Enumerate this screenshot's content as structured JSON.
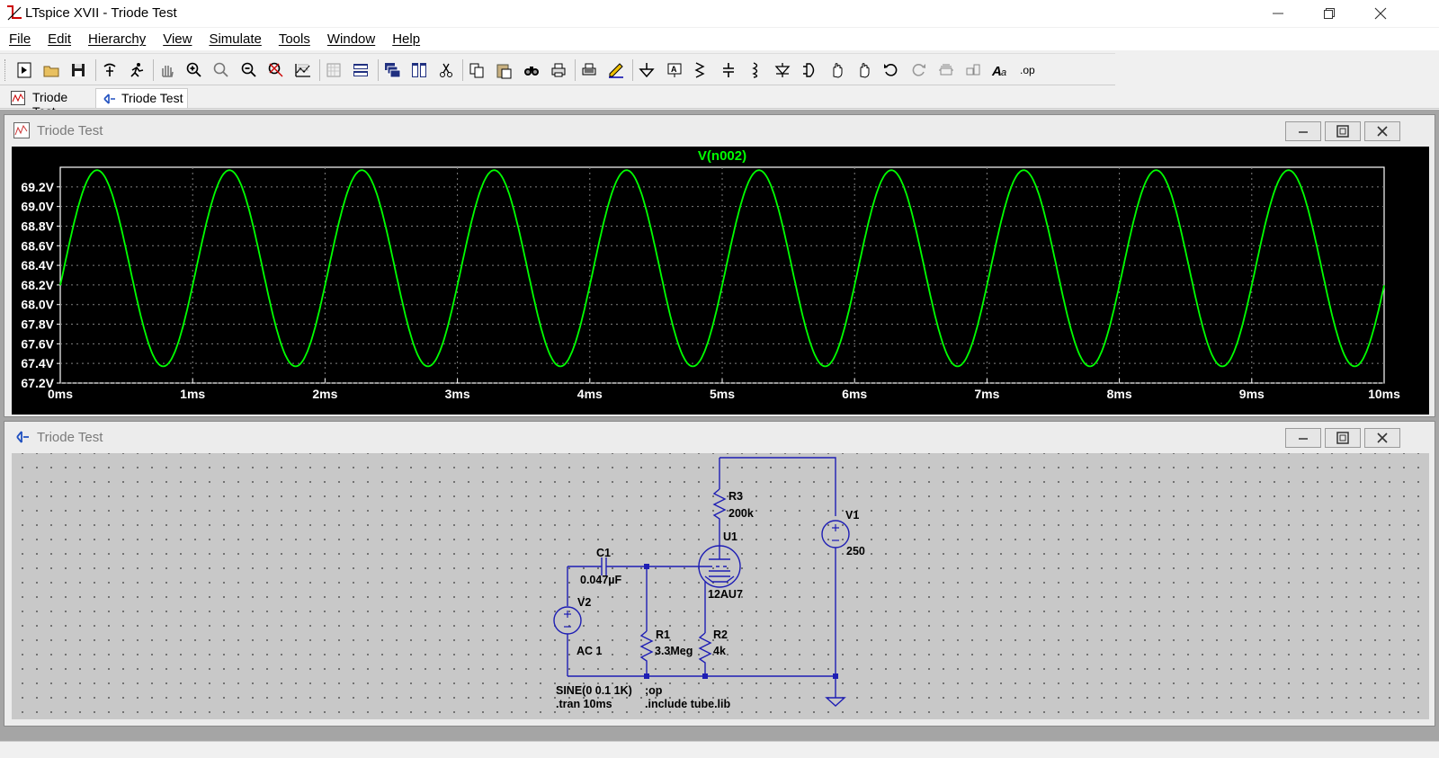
{
  "window": {
    "title": "LTspice XVII - Triode Test"
  },
  "menu": [
    "File",
    "Edit",
    "Hierarchy",
    "View",
    "Simulate",
    "Tools",
    "Window",
    "Help"
  ],
  "toolbar_icons": [
    "new-schematic-icon",
    "open-icon",
    "save-icon",
    "control-panel-icon",
    "run-icon",
    "halt-icon",
    "zoom-in-icon",
    "zoom-area-icon",
    "zoom-out-icon",
    "zoom-fit-icon",
    "autorange-icon",
    "grid-icon",
    "tile-horizontal-icon",
    "cascade-icon",
    "tile-vertical-icon",
    "cut-icon",
    "copy-icon",
    "paste-icon",
    "find-icon",
    "print-icon",
    "print-preview-icon",
    "wire-icon",
    "ground-icon",
    "label-icon",
    "resistor-icon",
    "capacitor-icon",
    "inductor-icon",
    "diode-icon",
    "component-icon",
    "move-icon",
    "drag-icon",
    "undo-icon",
    "redo-icon",
    "rotate-icon",
    "mirror-icon",
    "text-icon",
    "spice-directive-icon"
  ],
  "tabs": [
    {
      "label": "Triode Test",
      "icon": "waveform-icon"
    },
    {
      "label": "Triode Test",
      "icon": "schematic-icon"
    }
  ],
  "plot_window": {
    "title": "Triode Test"
  },
  "schematic_window": {
    "title": "Triode Test"
  },
  "chart_data": {
    "type": "line",
    "title": "V(n002)",
    "xlabel": "",
    "ylabel": "",
    "x_ticks": [
      "0ms",
      "1ms",
      "2ms",
      "3ms",
      "4ms",
      "5ms",
      "6ms",
      "7ms",
      "8ms",
      "9ms",
      "10ms"
    ],
    "y_ticks": [
      "69.2V",
      "69.0V",
      "68.8V",
      "68.6V",
      "68.4V",
      "68.2V",
      "68.0V",
      "67.8V",
      "67.6V",
      "67.4V",
      "67.2V"
    ],
    "xlim": [
      0,
      10
    ],
    "ylim": [
      67.2,
      69.4
    ],
    "grid": true,
    "series": [
      {
        "name": "V(n002)",
        "color": "#00ff00",
        "waveform": "sine",
        "frequency_khz": 1,
        "offset_v": 68.37,
        "amplitude_v": 1.0,
        "phase_deg": -10
      }
    ],
    "background": "#000000",
    "text_color": "#ffffff"
  },
  "schematic": {
    "components": {
      "r3": {
        "name": "R3",
        "value": "200k"
      },
      "u1": {
        "name": "U1",
        "value": "12AU7"
      },
      "v1": {
        "name": "V1",
        "value": "250"
      },
      "c1": {
        "name": "C1",
        "value": "0.047µF"
      },
      "v2": {
        "name": "V2",
        "value": "AC 1"
      },
      "r1": {
        "name": "R1",
        "value": "3.3Meg"
      },
      "r2": {
        "name": "R2",
        "value": "4k"
      }
    },
    "directives": {
      "sine": "SINE(0 0.1 1K)",
      "tran": ".tran 10ms",
      "op": ";op",
      "include": ".include tube.lib"
    },
    "wire_color": "#2020c0"
  }
}
